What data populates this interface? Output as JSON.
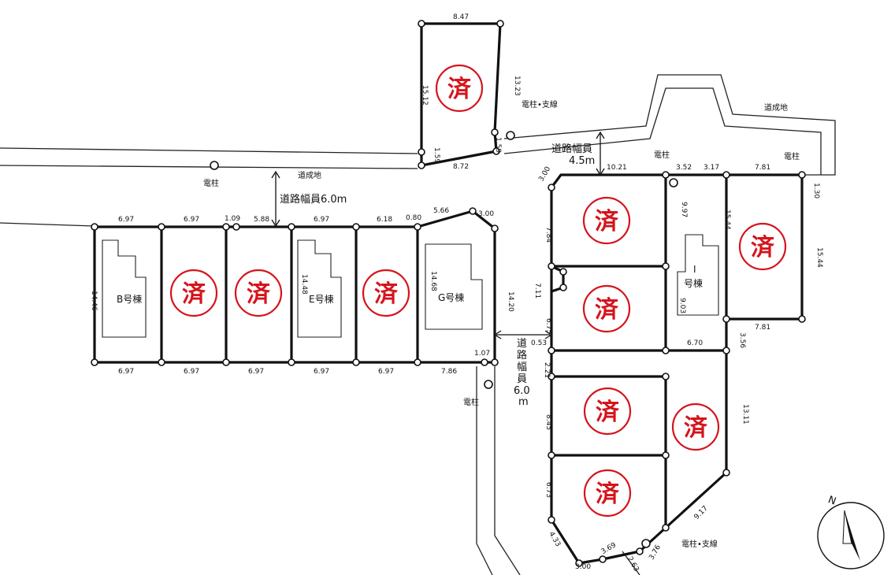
{
  "road_labels": {
    "north_road": "道路幅員6.0m",
    "east_road_name": "道路幅員",
    "east_road_width": "4.5m",
    "south_road_chars": [
      "道",
      "路",
      "幅",
      "員",
      "6.0",
      "m"
    ]
  },
  "misc_labels": {
    "pole": "電柱",
    "pole_guy": "電柱•支線",
    "road_land": "道成地"
  },
  "houses": {
    "b": "B号棟",
    "e": "E号棟",
    "g": "G号棟",
    "i_letter": "I",
    "i_suffix": "号棟"
  },
  "sold_mark": "済",
  "dimensions": {
    "top_lot_top": "8.47",
    "top_lot_left": "15.12",
    "top_lot_right": "13.23",
    "top_lot_bl": "1.59",
    "top_lot_br": "1.59",
    "top_lot_bottom": "8.72",
    "row_top": [
      "6.97",
      "6.97",
      "1.09",
      "5.88",
      "6.97",
      "6.18",
      "0.80",
      "5.66",
      "3.00"
    ],
    "row_bottom": [
      "6.97",
      "6.97",
      "6.97",
      "6.97",
      "6.97",
      "7.86"
    ],
    "b_depth": "14.46",
    "e_depth": "14.48",
    "g_depth": "14.68",
    "g_right": "14.20",
    "g_corner": "1.07",
    "e_top": [
      "3.00",
      "10.21",
      "3.52",
      "3.17",
      "7.81",
      "1.30"
    ],
    "e_left": [
      "7.84",
      "6.75",
      "0.53",
      "2.21",
      "8.45",
      "6.73",
      "4.33"
    ],
    "e_inner": [
      "9.97",
      "15.44",
      "9.03",
      "6.70",
      "3.56",
      "13.11",
      "9.17",
      "7.81"
    ],
    "e_far_right": "15.44",
    "e_small": "7.11",
    "e_bottom": [
      "3.00",
      "3.69",
      "2.63",
      "3.76"
    ]
  },
  "compass": "N"
}
